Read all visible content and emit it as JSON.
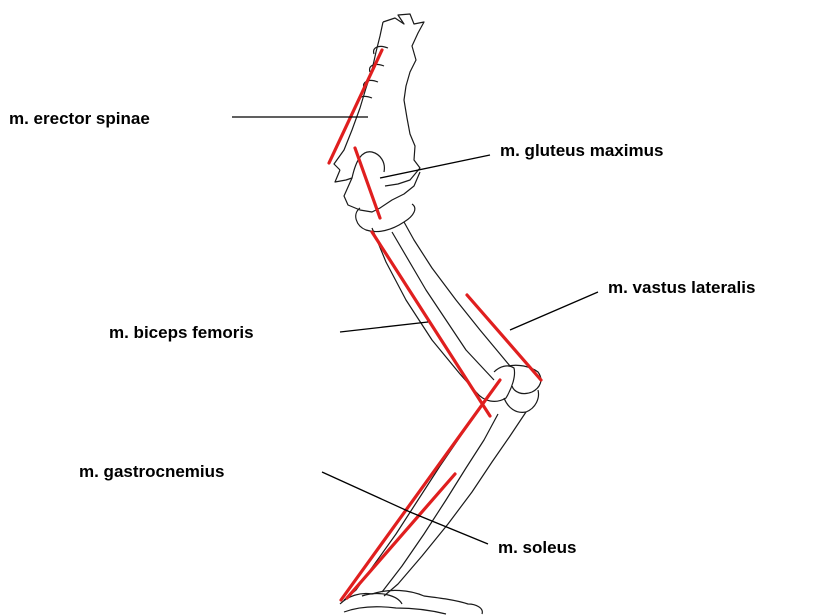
{
  "colors": {
    "muscle_line": "#e01f1f",
    "bone_outline": "#1a1a1a",
    "leader_line": "#000000",
    "background": "#ffffff"
  },
  "labels": {
    "erector_spinae": "m. erector spinae",
    "gluteus_maximus": "m. gluteus maximus",
    "vastus_lateralis": "m. vastus lateralis",
    "biceps_femoris": "m. biceps femoris",
    "gastrocnemius": "m. gastrocnemius",
    "soleus": "m. soleus"
  }
}
